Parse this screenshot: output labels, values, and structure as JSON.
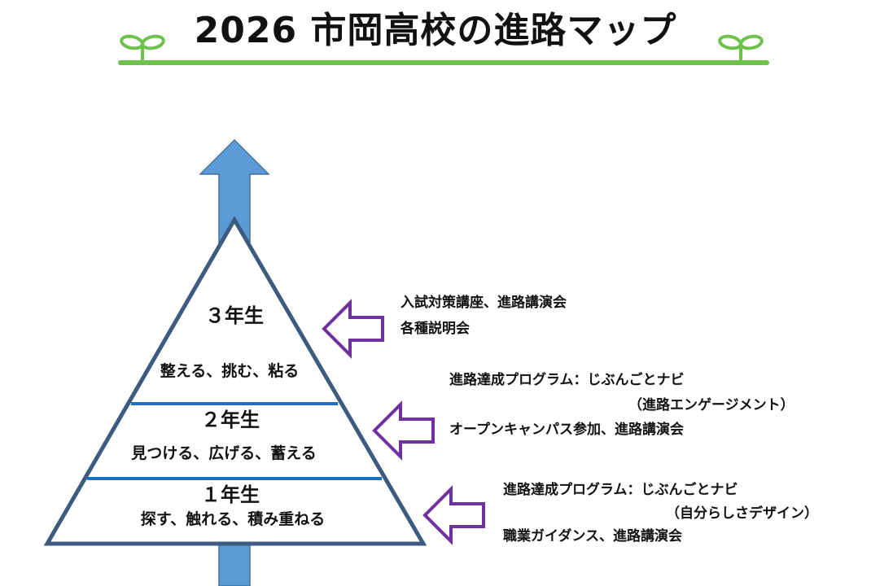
{
  "title": "2026 市岡高校の進路マップ",
  "colors": {
    "accent_green": "#6cc24a",
    "pyramid_stroke": "#3d5a80",
    "band_line": "#1f6fbf",
    "arrow_blue": "#5b9bd5",
    "arrow_purple": "#7030a0"
  },
  "icons": {
    "left_decoration": "sprout-icon",
    "right_decoration": "sprout-icon",
    "growth_arrow": "up-arrow-icon",
    "event_arrows": "left-arrow-icon"
  },
  "pyramid": {
    "grade3": {
      "label": "３年生",
      "theme": "整える、挑む、粘る"
    },
    "grade2": {
      "label": "２年生",
      "theme": "見つける、広げる、蓄える"
    },
    "grade1": {
      "label": "１年生",
      "theme": "探す、触れる、積み重ねる"
    }
  },
  "events": {
    "grade3": {
      "line1": "入試対策講座、進路講演会",
      "line2": "各種説明会"
    },
    "grade2": {
      "line1": "進路達成プログラム：じぶんごとナビ",
      "line2": "（進路エンゲージメント）",
      "line3": "オープンキャンパス参加、進路講演会"
    },
    "grade1": {
      "line1": "進路達成プログラム：じぶんごとナビ",
      "line2": "（自分らしさデザイン）",
      "line3": "職業ガイダンス、進路講演会"
    }
  }
}
